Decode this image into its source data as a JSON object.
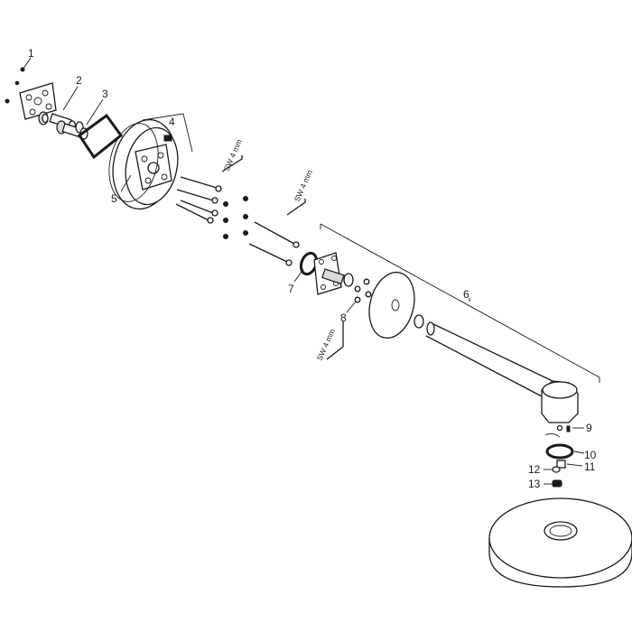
{
  "callouts": [
    "1",
    "2",
    "3",
    "4",
    "5",
    "6",
    "7",
    "8",
    "9",
    "10",
    "11",
    "12",
    "13"
  ],
  "tool_labels": [
    "SW 4 mm",
    "SW 4 mm",
    "SW 4 mm"
  ]
}
